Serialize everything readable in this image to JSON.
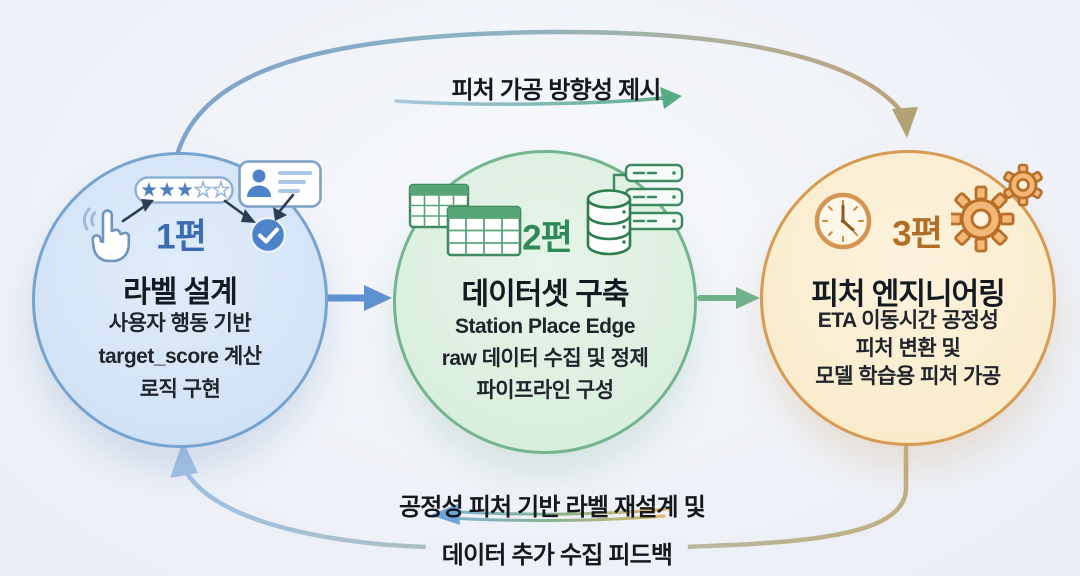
{
  "top_flow": {
    "label": "피처 가공 방향성 제시"
  },
  "bottom_flow": {
    "line1": "공정성 피처 기반 라벨 재설계 및",
    "line2": "데이터 추가 수집 피드백"
  },
  "circles": [
    {
      "part": "1편",
      "title": "라벨 설계",
      "desc": [
        "사용자 행동 기반",
        "target_score 계산",
        "로직 구현"
      ],
      "accent": "#3a6cb3",
      "fill": "#d2e3f6",
      "stroke": "#76a3d0",
      "icons": [
        "tap-cursor-icon",
        "star-rating-icon",
        "id-card-icon",
        "check-icon"
      ]
    },
    {
      "part": "2편",
      "title": "데이터셋 구축",
      "desc": [
        "Station Place Edge",
        "raw 데이터 수집 및 정제",
        "파이프라인 구성"
      ],
      "accent": "#2f8a57",
      "fill": "#daefe0",
      "stroke": "#74b58d",
      "icons": [
        "table-icon",
        "database-icon",
        "server-stack-icon"
      ]
    },
    {
      "part": "3편",
      "title": "피처 엔지니어링",
      "desc": [
        "ETA 이동시간 공정성",
        "피처 변환 및",
        "모델 학습용 피처 가공"
      ],
      "accent": "#b06e27",
      "fill": "#faeccd",
      "stroke": "#d79a52",
      "icons": [
        "clock-icon",
        "gears-icon"
      ]
    }
  ],
  "arrow_colors": {
    "circle1_to_circle2": "#5f91d2",
    "circle2_to_circle3": "#6fb28c",
    "top_curve_start": "#7da3cc",
    "top_curve_end": "#b9a478",
    "bottom_curve_left": "#9ec0e4",
    "bottom_curve_right": "#bfae82"
  }
}
